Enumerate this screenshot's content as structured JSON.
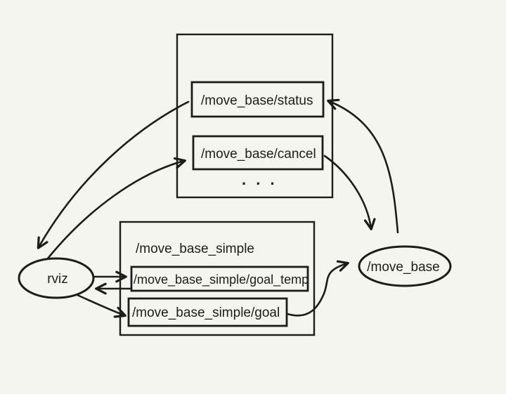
{
  "diagram": {
    "title": "ROS move_base topics diagram",
    "colors": {
      "background": "#f5f5f0",
      "ink": "#1c1c1a"
    },
    "nodes": {
      "rviz": {
        "label": "rviz",
        "shape": "ellipse"
      },
      "move_base": {
        "label": "/move_base",
        "shape": "ellipse"
      },
      "status_topic": {
        "label": "/move_base/status",
        "shape": "box"
      },
      "cancel_topic": {
        "label": "/move_base/cancel",
        "shape": "box"
      },
      "ellipsis": {
        "label": ". . ."
      },
      "simple_group": {
        "label": "/move_base_simple",
        "shape": "box"
      },
      "goal_temp_topic": {
        "label": "/move_base_simple/goal_temp",
        "shape": "box"
      },
      "goal_topic": {
        "label": "/move_base_simple/goal",
        "shape": "box"
      }
    },
    "edges": [
      {
        "from": "/move_base/status",
        "to": "rviz"
      },
      {
        "from": "rviz",
        "to": "/move_base/cancel"
      },
      {
        "from": "/move_base",
        "to": "/move_base/status"
      },
      {
        "from": "/move_base/cancel",
        "to": "/move_base"
      },
      {
        "from": "rviz",
        "to": "/move_base_simple/goal_temp"
      },
      {
        "from": "/move_base_simple/goal_temp",
        "to": "rviz"
      },
      {
        "from": "rviz",
        "to": "/move_base_simple/goal"
      },
      {
        "from": "/move_base_simple/goal",
        "to": "/move_base"
      }
    ]
  }
}
